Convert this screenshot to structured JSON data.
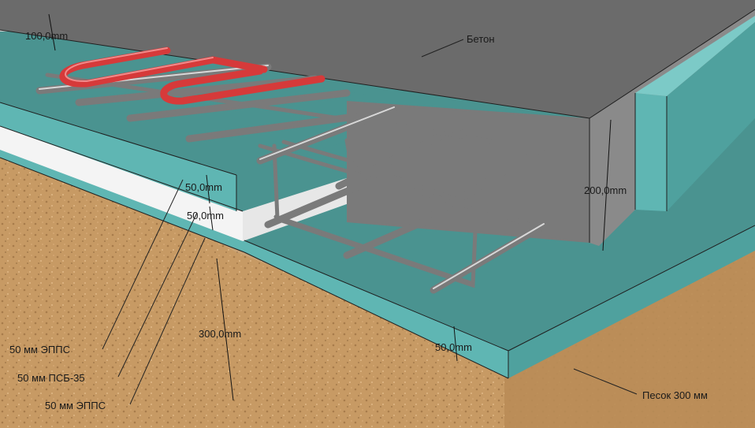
{
  "labels": {
    "concrete": "Бетон",
    "sand": "Песок 300 мм",
    "eps_top": "50 мм ЭППС",
    "psb": "50 мм ПСБ-35",
    "eps_bottom": "50 мм ЭППС"
  },
  "dimensions": {
    "slab_top": "100,0mm",
    "layer_1": "50,0mm",
    "layer_2": "50,0mm",
    "wall_height": "200,0mm",
    "sand_depth": "300,0mm",
    "edge_insulation": "50,0mm"
  },
  "colors": {
    "concrete_top": "#6b6b6b",
    "concrete_side": "#8a8a8a",
    "xps": "#5fb6b3",
    "xps_dark": "#4a9390",
    "psb": "#f4f4f4",
    "sand": "#c79a64",
    "background": "#d2d2d2",
    "heating_pipe": "#d63a3a",
    "rebar": "#8c8c8c"
  }
}
